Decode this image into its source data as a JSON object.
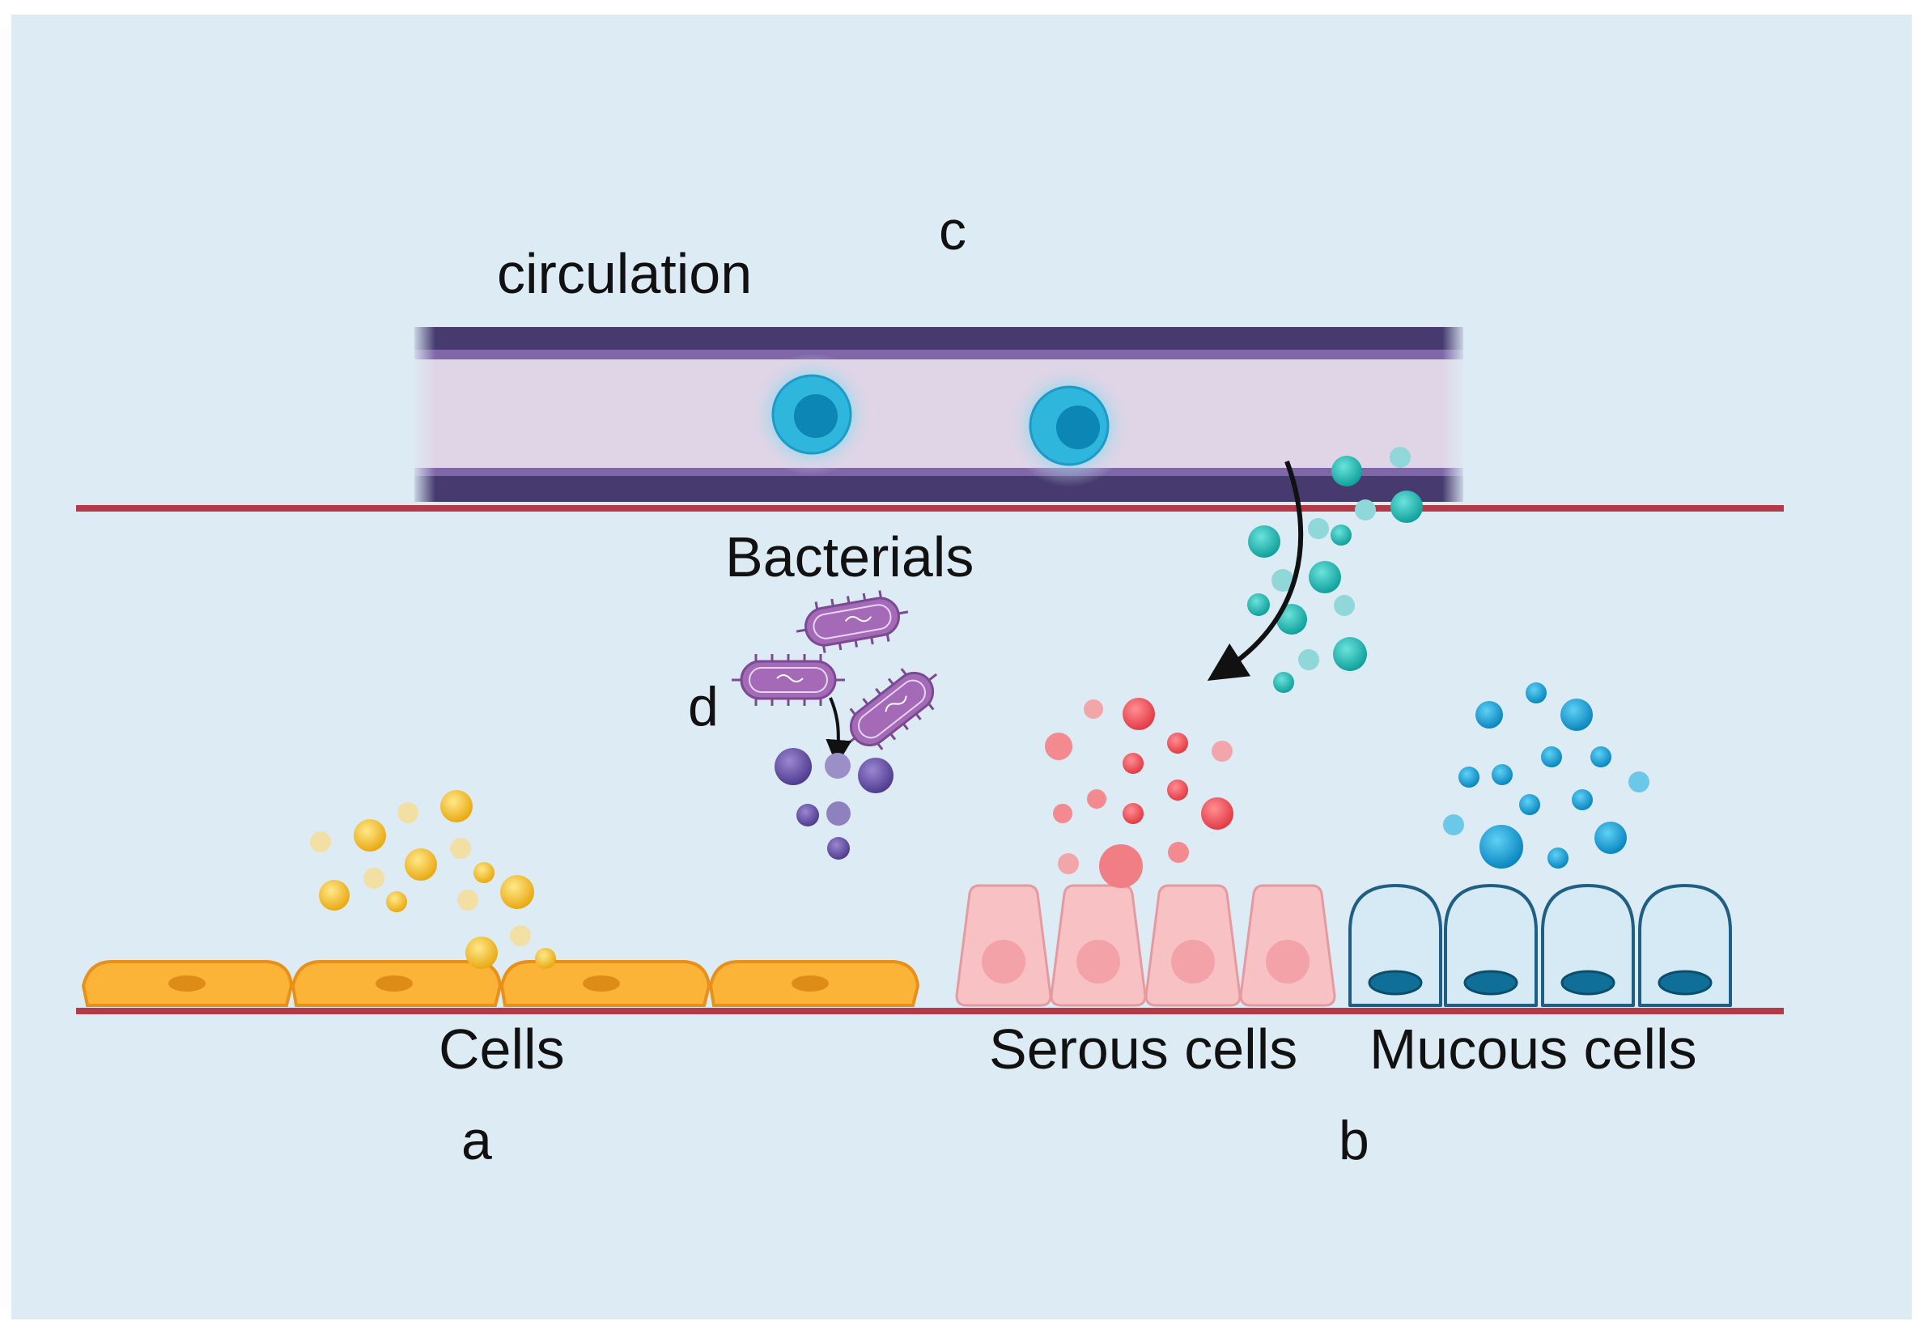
{
  "labels": {
    "circulation": "circulation",
    "c": "c",
    "bacterials": "Bacterials",
    "d": "d",
    "cells": "Cells",
    "a": "a",
    "serous_cells": "Serous cells",
    "mucous_cells": "Mucous cells",
    "b": "b"
  },
  "colors": {
    "background": "#ddebf4",
    "membrane_line": "#b53a48",
    "vessel_wall": "#463a6e",
    "vessel_wall_inner": "#7f67a8",
    "vessel_lumen": "#dfd5e6",
    "blood_cell": "#2fb6dc",
    "blood_cell_nucleus": "#0b86b5",
    "flat_cell": "#fbb437",
    "flat_cell_border": "#e8901a",
    "flat_cell_nucleus": "#de8c18",
    "yellow_particle": "#f3bf2a",
    "bacteria": "#a46ab8",
    "purple_particle": "#6a53a3",
    "serous_cell": "#f8c1c3",
    "serous_cell_border": "#e59aa0",
    "red_particle": "#ec4d55",
    "mucous_cell": "#d6eaf6",
    "mucous_cell_border": "#1f5f86",
    "mucous_nucleus": "#0f6f97",
    "blue_particle": "#1399d0",
    "teal_particle": "#1db7b3"
  },
  "icons": [
    "blood-cell-icon",
    "bacteria-icon",
    "flat-cell-icon",
    "serous-cell-icon",
    "mucous-cell-icon",
    "arrow-icon"
  ]
}
